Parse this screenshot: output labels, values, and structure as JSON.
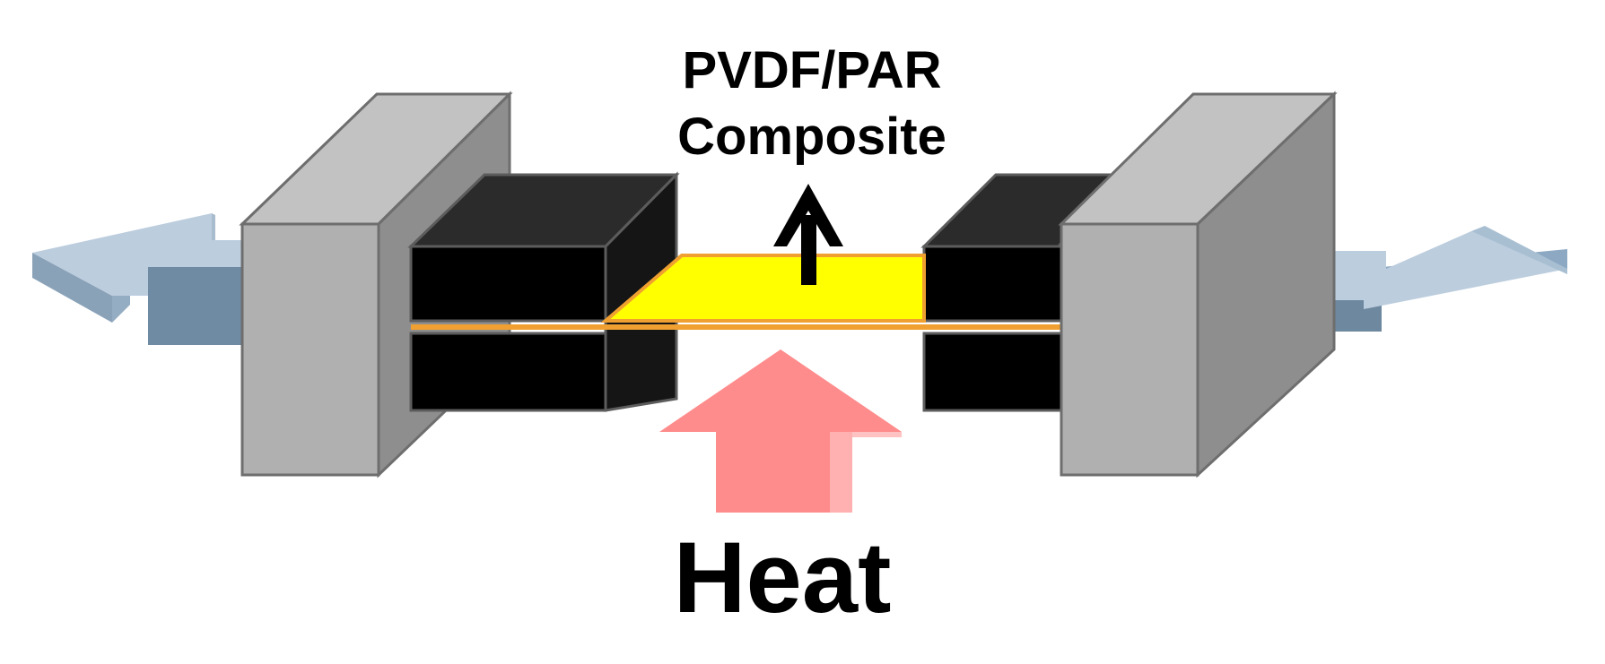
{
  "diagram": {
    "composite_label_line1": "PVDF/PAR",
    "composite_label_line2": "Composite",
    "heat_label": "Heat"
  },
  "colors": {
    "film": "#ffff00",
    "film_edge": "#f0a030",
    "heat_arrow": "#ff8c8c",
    "stretch_arrow_light": "#bccdde",
    "stretch_arrow_dark": "#6f8ba3",
    "clamp_block": "#000000",
    "holder_front": "#b0b0b0",
    "holder_side": "#8e8e8e"
  },
  "icons": {
    "stretch_left": "arrow-left-icon",
    "stretch_right": "arrow-right-icon",
    "heat": "arrow-up-icon",
    "composite_pointer": "arrow-up-icon"
  }
}
